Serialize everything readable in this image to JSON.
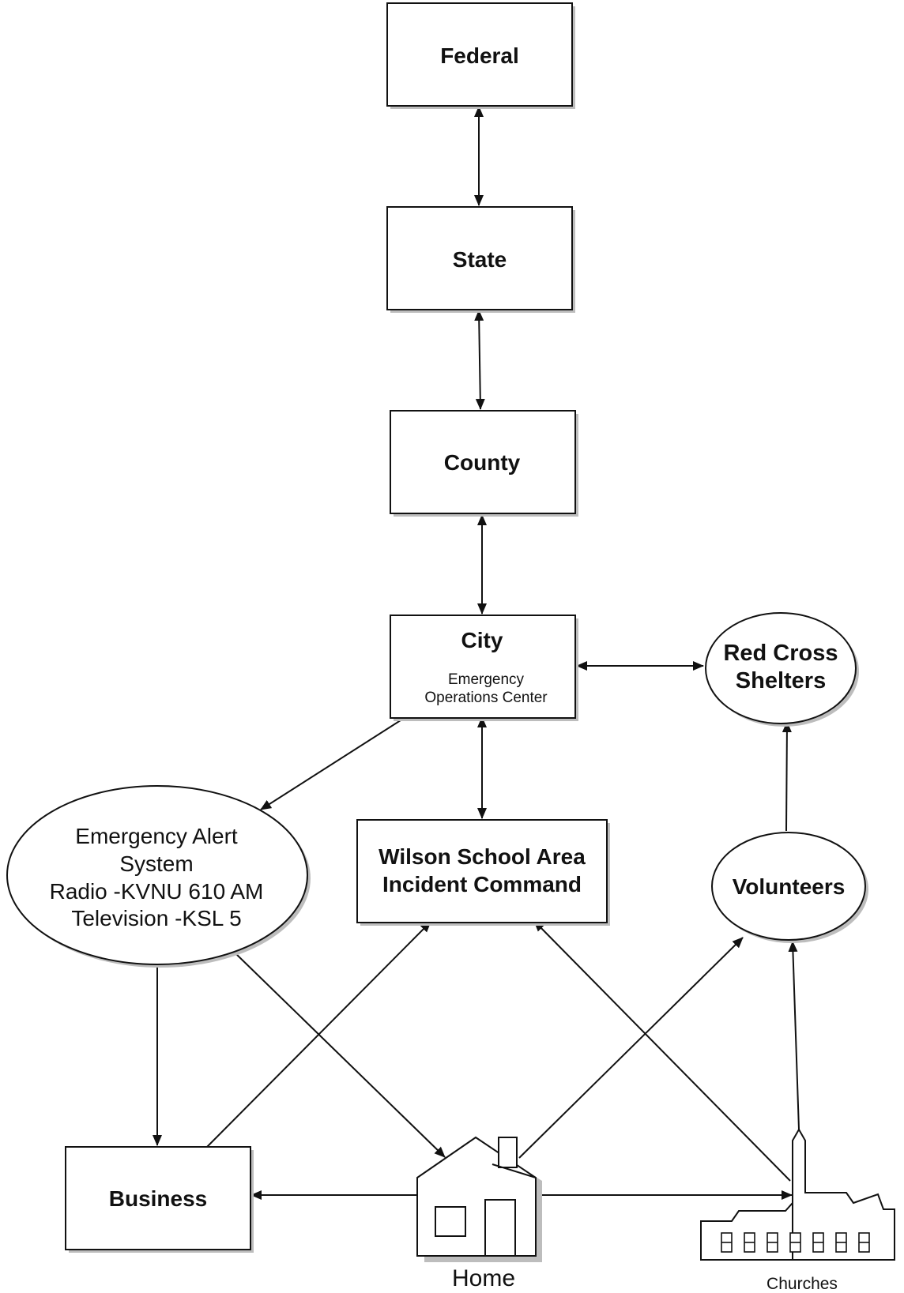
{
  "nodes": {
    "federal": {
      "label": "Federal"
    },
    "state": {
      "label": "State"
    },
    "county": {
      "label": "County"
    },
    "city": {
      "label": "City",
      "sublabel_line1": "Emergency",
      "sublabel_line2": "Operations Center"
    },
    "red_cross": {
      "line1": "Red Cross",
      "line2": "Shelters"
    },
    "eas": {
      "line1": "Emergency Alert",
      "line2": "System",
      "line3": "Radio -KVNU 610 AM",
      "line4": "Television -KSL 5"
    },
    "wilson": {
      "line1": "Wilson School Area",
      "line2": "Incident Command"
    },
    "volunteers": {
      "label": "Volunteers"
    },
    "business": {
      "label": "Business"
    },
    "home": {
      "label": "Home"
    },
    "churches": {
      "label": "Churches"
    }
  }
}
